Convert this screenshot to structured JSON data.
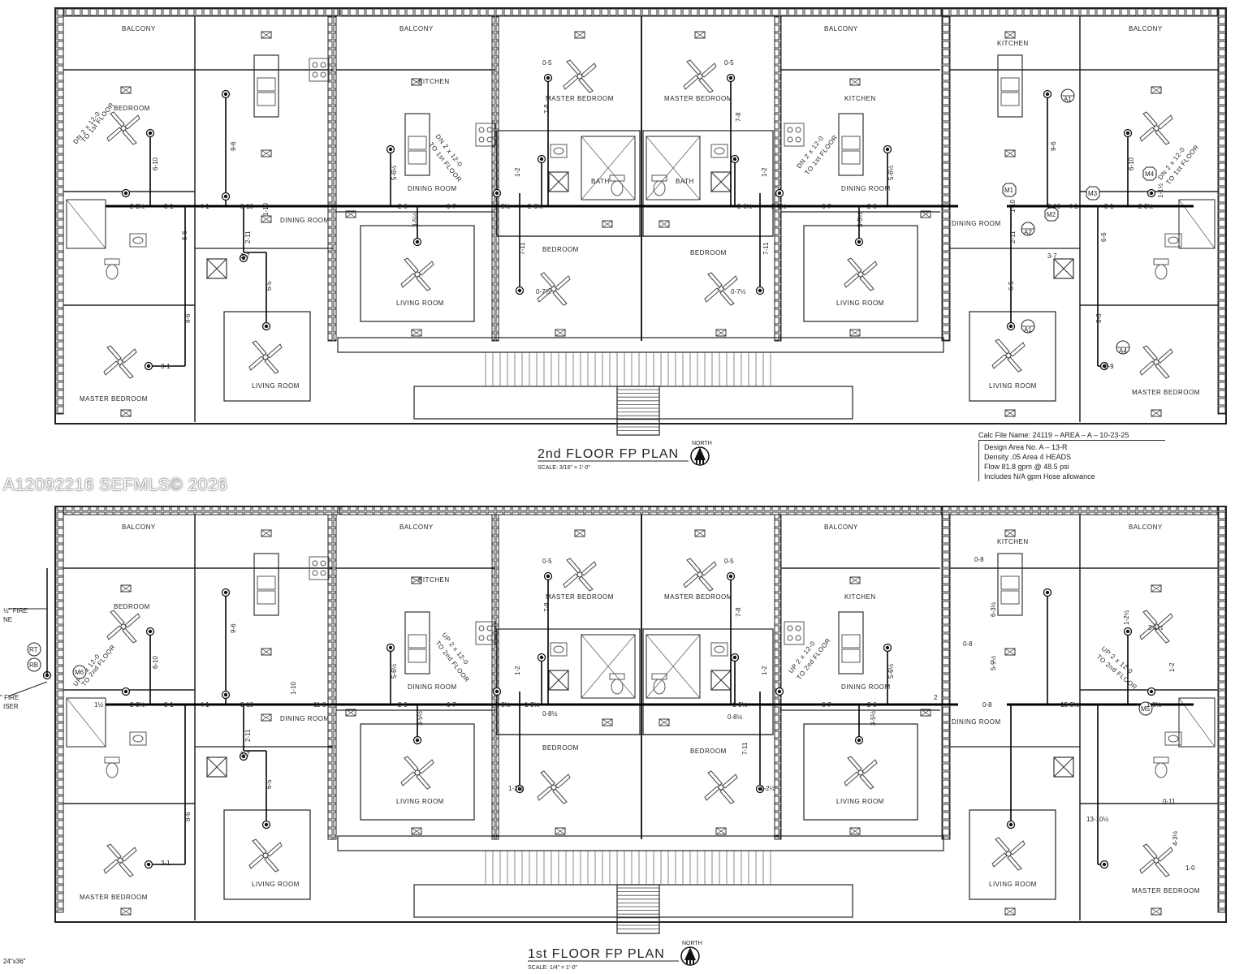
{
  "watermark": "A12092216  SEFMLS© 2026",
  "plans": [
    {
      "title": "2nd FLOOR FP PLAN",
      "scale": "SCALE: 3/16\" = 1'-0\"",
      "north": "NORTH"
    },
    {
      "title": "1st FLOOR FP PLAN",
      "scale": "SCALE: 1/4\" = 1'-0\"",
      "north": "NORTH"
    }
  ],
  "calc": {
    "file": "Calc File Name: 24119 – AREA – A – 10-23-25",
    "l1": "Design Area No. A    –    13-R",
    "l2": "Density  .05  Area    4 HEADS",
    "l3": "Flow   81.8  gpm @  48.5  psi",
    "l4": "Includes  N/A    gpm Hose allowance"
  },
  "sheet_size": "24\"x36\"",
  "rooms": {
    "balcony": "BALCONY",
    "bedroom": "BEDROOM",
    "master_bedroom": "MASTER BEDROOM",
    "kitchen": "KITCHEN",
    "dining_room": "DINING ROOM",
    "living_room": "LIVING ROOM",
    "bath": "BATH"
  },
  "notes": {
    "dn_left": "DN 2 x 12-0",
    "to_1st": "TO 1st FLOOR",
    "up": "UP 2 x 12-0",
    "to_2nd": "TO 2nd FLOOR",
    "fire_line": "½\" FIRE",
    "fire_line2": "NE",
    "riser": "\" FIRE",
    "riser2": "ISER",
    "rt": "RT",
    "rb": "RB",
    "m6": "M6",
    "m5": "M5",
    "m1": "M1",
    "m2": "M2",
    "m3": "M3",
    "m4": "M4",
    "a1": "A1",
    "a2": "A2",
    "a4": "A4"
  },
  "dims": {
    "d1": "2-3½",
    "d2": "3-1",
    "d3": "4-1",
    "d4": "3-10",
    "d5": "1-10",
    "d6": "2-11",
    "d7": "3-7",
    "d8": "6-5",
    "d9": "8-6",
    "d10": "6-10",
    "d11": "9-6",
    "d12": "2-6",
    "d13": "6-7",
    "d14": "2-9½",
    "d15": "2-6½",
    "d16": "0-5",
    "d17": "7-8",
    "d18": "1-2",
    "d19": "7-11",
    "d20": "0-7½",
    "d21": "5-6½",
    "d22": "3-5½",
    "d23": "1½",
    "d24": "11-8",
    "d25": "0-8½",
    "d26": "1-9½",
    "d27": "1-2½",
    "d28": "1-0",
    "d29": "0-8",
    "d30": "15-5½",
    "d31": "13-10½",
    "d32": "4-3½",
    "d33": "6-3½",
    "d34": "3-1½",
    "d35": "5-9½",
    "d36": "0-11",
    "d37": "2-9",
    "d38": "1-1½",
    "d39": "6-6",
    "d40": "2"
  }
}
